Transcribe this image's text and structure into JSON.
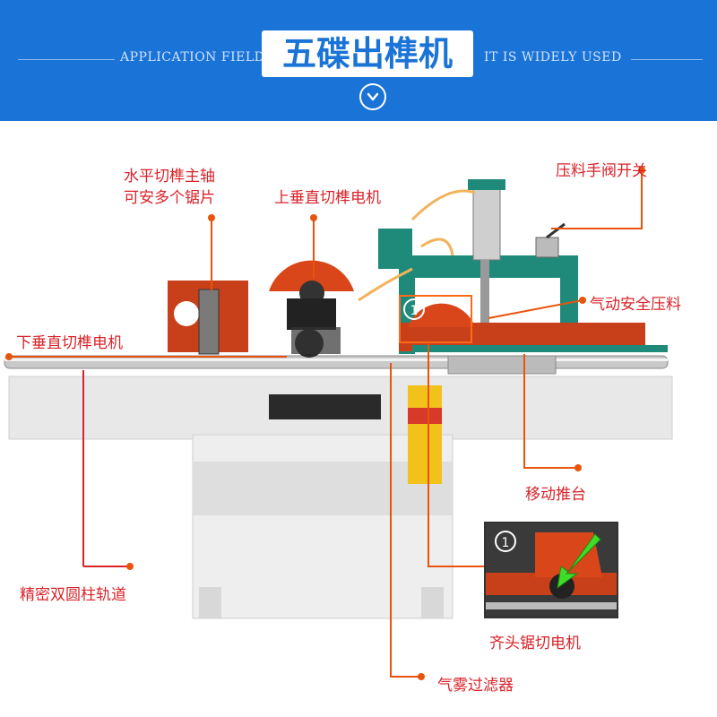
{
  "banner": {
    "left_text": "APPLICATION FIELD",
    "title": "五碟出榫机",
    "right_text": "IT IS WIDELY USED",
    "scroll_icon": "chevron-down-icon"
  },
  "callouts": {
    "horizontal_spindle": [
      "水平切榫主轴",
      "可安多个锯片"
    ],
    "upper_motor": "上垂直切榫电机",
    "pressure_valve": "压料手阀开关",
    "pneumatic_press": "气动安全压料",
    "lower_motor": "下垂直切榫电机",
    "moving_table": "移动推台",
    "rail": "精密双圆柱轨道",
    "flush_saw": "齐头锯切电机",
    "air_filter": "气雾过滤器"
  },
  "markers": {
    "marker_1": "1"
  },
  "colors": {
    "banner_blue": "#1a73d6",
    "label_red": "#d8232a",
    "leader_orange": "#e8540c",
    "machine_teal": "#1f8a7a",
    "machine_orange": "#d9461a"
  }
}
